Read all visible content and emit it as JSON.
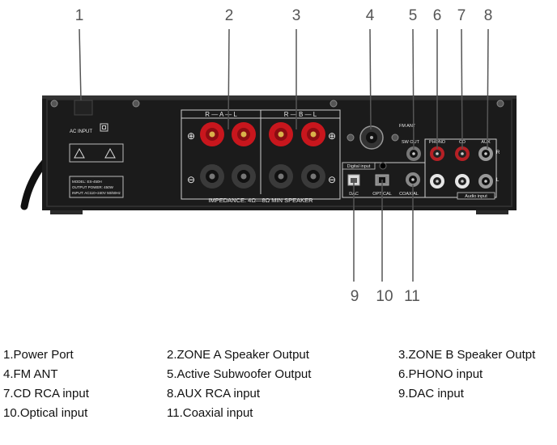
{
  "callouts": [
    "1",
    "2",
    "3",
    "4",
    "5",
    "6",
    "7",
    "8",
    "9",
    "10",
    "11"
  ],
  "panel": {
    "ac_input": "AC INPUT",
    "zone_a_label": "R — A — L",
    "zone_b_label": "R — B — L",
    "impedance": "IMPEDANCE: 4Ω—8Ω MIN SPEAKER",
    "fm_ant": "FM ANT",
    "sw_out": "SW OUT",
    "phono": "PHONO",
    "cd": "CD",
    "aux": "AUX",
    "digital_input": "Digital input",
    "dac": "DAC",
    "optical": "OPTICAL",
    "coaxial": "COAXIAL",
    "audio_input": "Audio input",
    "r_label": "R",
    "l_label": "L",
    "model": "MODEL: ES-450H",
    "output_power": "OUTPUT POWER: 450W",
    "input": "INPUT: AC110~240V 50/60Hz"
  },
  "legend": [
    "1.Power Port",
    "2.ZONE A Speaker Output",
    "3.ZONE B Speaker Outpt",
    "4.FM ANT",
    "5.Active Subwoofer Output",
    "6.PHONO input",
    "7.CD RCA input",
    "8.AUX RCA input",
    "9.DAC input",
    "10.Optical input",
    "11.Coaxial input"
  ],
  "colors": {
    "panel": "#1b1b1b",
    "terminal_red": "#c8161d",
    "leader_line": "#555555"
  }
}
